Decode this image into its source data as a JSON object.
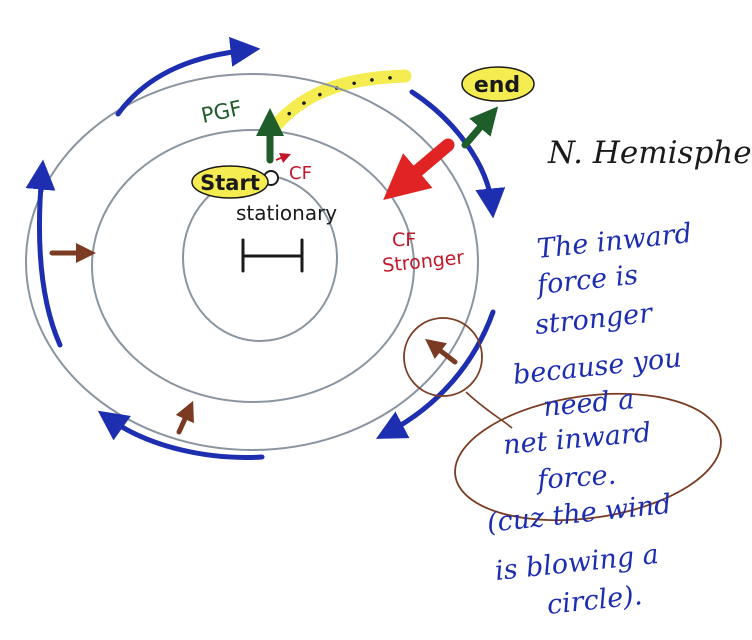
{
  "labels": {
    "pgf": "PGF",
    "start": "Start",
    "end": "end",
    "cf_small": "CF",
    "stationary": "stationary",
    "cf": "CF",
    "stronger": "Stronger",
    "hemisphere": "N. Hemisphere"
  },
  "note_lines": [
    "The inward",
    "force is",
    "stronger",
    "because you",
    "need a",
    "net inward",
    "force.",
    "(cuz the wind",
    "is blowing a",
    "circle)."
  ],
  "colors": {
    "circle": "#8a95a0",
    "blue_arrow": "#1d2fb0",
    "pgf_green": "#1f5e2a",
    "cf_red": "#e02424",
    "label_red": "#c0182a",
    "brown": "#7a3b22",
    "highlight": "#f5ec52",
    "note_ink": "#1c2db0",
    "black": "#1a1a1a"
  }
}
